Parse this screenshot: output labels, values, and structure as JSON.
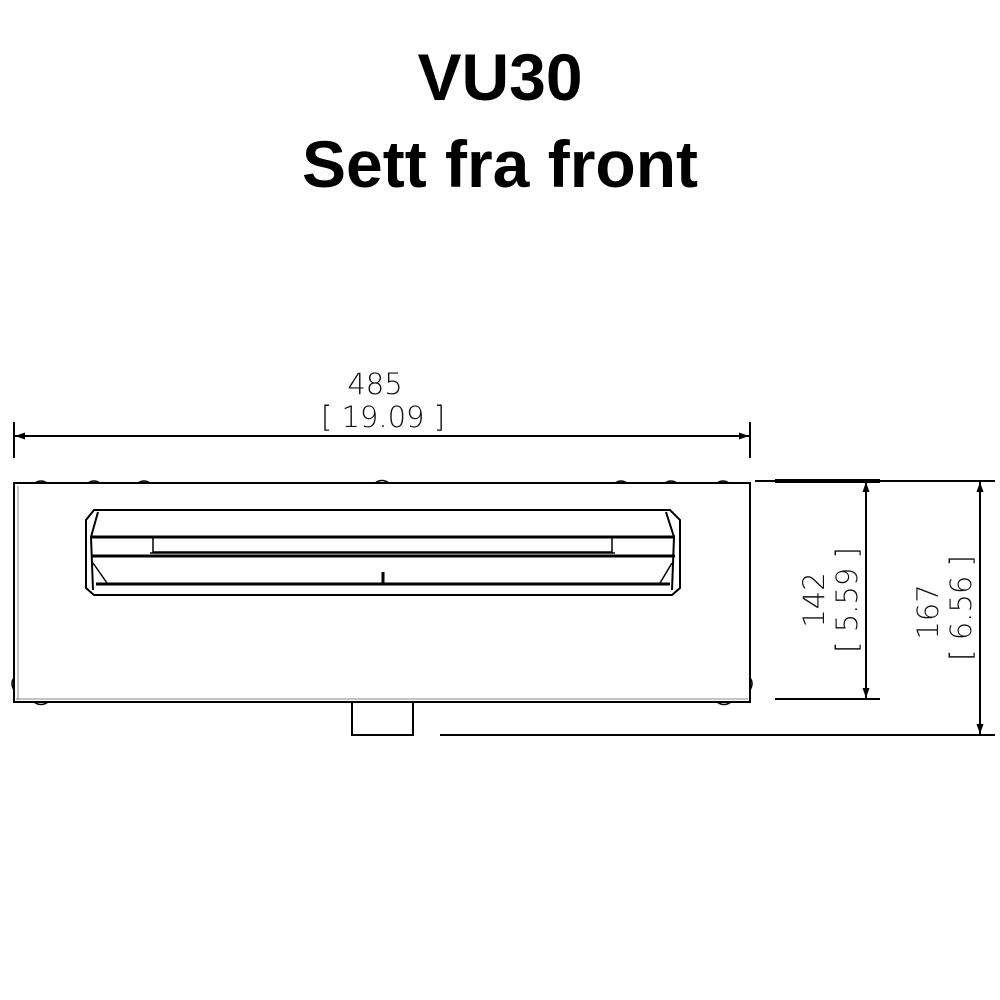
{
  "title": {
    "model": "VU30",
    "subtitle": "Sett fra front"
  },
  "dimensions": {
    "width": {
      "mm": "485",
      "inch": "[ 19.09 ]"
    },
    "body_height": {
      "mm": "142",
      "inch": "[ 5.59 ]"
    },
    "total_height": {
      "mm": "167",
      "inch": "[ 6.56 ]"
    }
  },
  "colors": {
    "line": "#000000",
    "background": "#ffffff"
  }
}
